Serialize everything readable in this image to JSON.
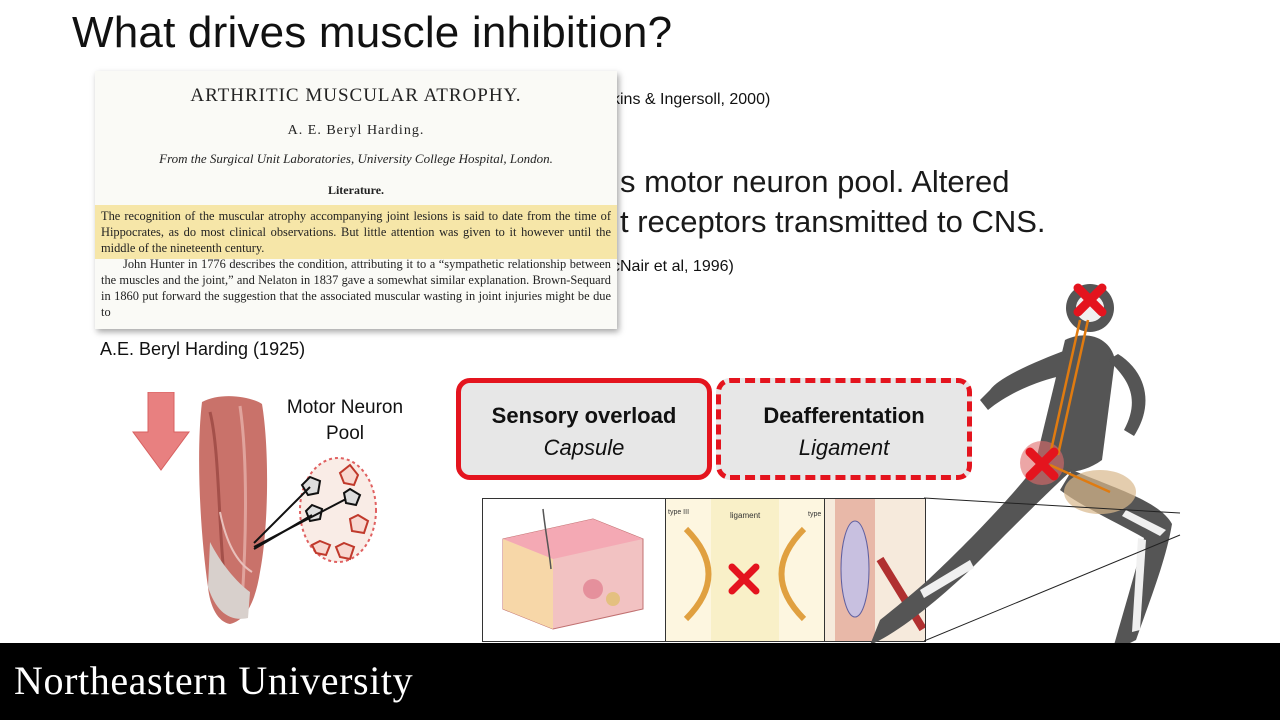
{
  "slide": {
    "title": "What drives muscle inhibition?",
    "citation_top": "kins & Ingersoll, 2000)",
    "body_line1": "s motor neuron pool. Altered",
    "body_line2": "t receptors transmitted to CNS.",
    "citation_mid": "cNair et al, 1996)",
    "paper_caption": "A.E. Beryl Harding (1925)",
    "motor_neuron_label_1": "Motor Neuron",
    "motor_neuron_label_2": "Pool"
  },
  "paper": {
    "title": "ARTHRITIC MUSCULAR ATROPHY.",
    "author": "A. E. Beryl Harding.",
    "institution": "From the Surgical Unit Laboratories, University College Hospital, London.",
    "section": "Literature.",
    "para1": "The recognition of the muscular atrophy accompanying joint lesions is said to date from the time of Hippocrates, as do most clinical observations. But little attention was given to it however until the middle of the nineteenth century.",
    "para2": "John Hunter in 1776 describes the condition, attributing it to a “sympathetic relationship between the muscles and the joint,” and Nelaton in 1837 gave a somewhat similar explanation. Brown-Sequard in 1860 put forward the suggestion that the associated muscular wasting in joint injuries might be due to"
  },
  "boxes": {
    "sensory_title": "Sensory overload",
    "sensory_sub": "Capsule",
    "deaff_title": "Deafferentation",
    "deaff_sub": "Ligament"
  },
  "histology_panels": {
    "ligament_label": "ligament",
    "type_label": "type III",
    "type_label_b": "type"
  },
  "footer": {
    "university": "Northeastern University"
  },
  "colors": {
    "accent_red": "#e4141e",
    "box_fill": "#e7e7e7",
    "highlight": "#f6e6a8",
    "footer_bg": "#000000"
  }
}
